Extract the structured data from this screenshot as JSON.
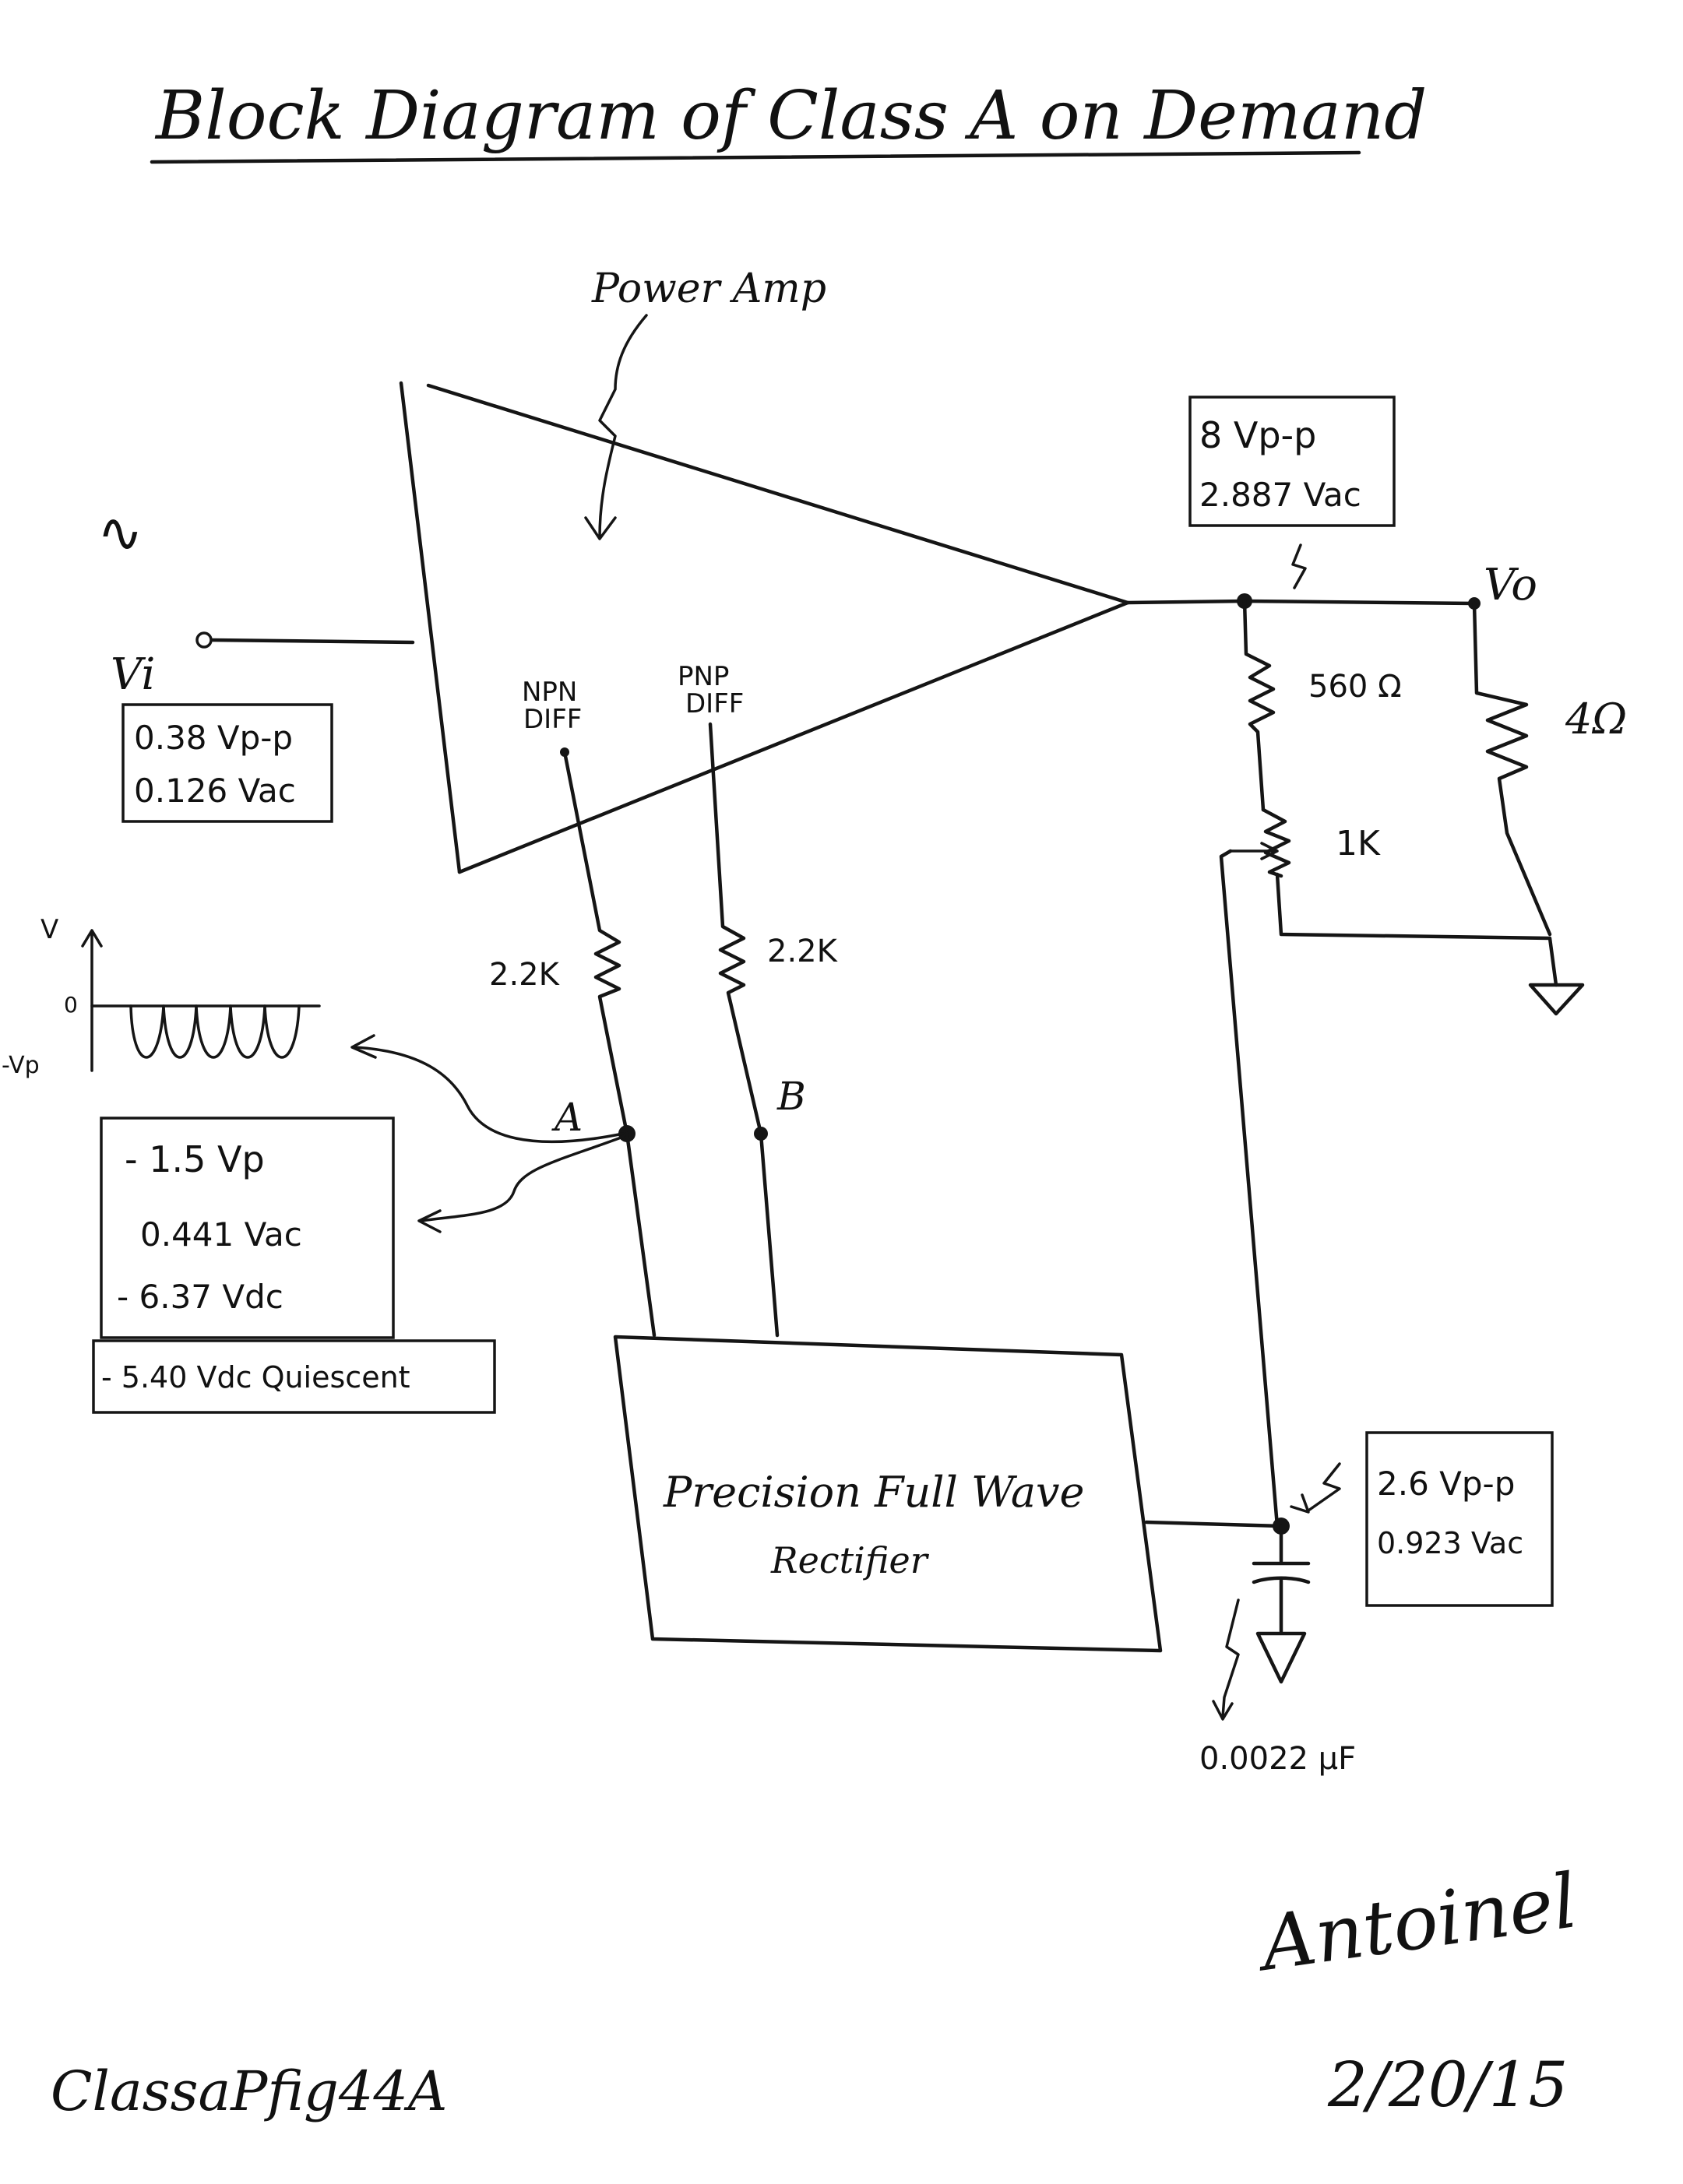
{
  "title": "Block Diagram of Class A on Demand",
  "power_amp_label": "Power Amp",
  "ac_source_symbol": "∿",
  "input": {
    "node_label": "Vi",
    "readings": [
      "0.38 Vp-p",
      "0.126 Vac"
    ]
  },
  "output": {
    "node_label": "Vo",
    "readings": [
      "8 Vp-p",
      "2.887 Vac"
    ],
    "load": "4Ω"
  },
  "feedback": {
    "r_series": "560 Ω",
    "pot": "1K"
  },
  "diff": {
    "npn": [
      "NPN",
      "DIFF"
    ],
    "pnp": [
      "PNP",
      "DIFF"
    ],
    "r_npn": "2.2K",
    "r_pnp": "2.2K"
  },
  "nodes": {
    "a": "A",
    "b": "B"
  },
  "waveform": {
    "v_label": "V",
    "zero_label": "0",
    "neg_label": "-Vp"
  },
  "node_a_readings": [
    "- 1.5 Vp",
    "0.441 Vac",
    "- 6.37 Vdc"
  ],
  "quiescent": "- 5.40 Vdc Quiescent",
  "rectifier": {
    "line1": "Precision Full Wave",
    "line2": "Rectifier"
  },
  "rectifier_out_readings": [
    "2.6 Vp-p",
    "0.923 Vac"
  ],
  "capacitor": "0.0022 μF",
  "signature": "Antoinel",
  "date": "2/20/15",
  "figure_id": "ClassaPfig44A"
}
